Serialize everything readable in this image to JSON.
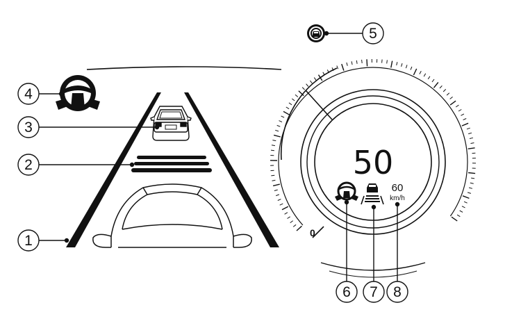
{
  "callouts": [
    {
      "num": "1"
    },
    {
      "num": "2"
    },
    {
      "num": "3"
    },
    {
      "num": "4"
    },
    {
      "num": "5"
    },
    {
      "num": "6"
    },
    {
      "num": "7"
    },
    {
      "num": "8"
    }
  ],
  "speedometer": {
    "current_speed": "50",
    "scale_start": "0",
    "set_speed": "60",
    "set_speed_unit": "km/h"
  },
  "icons": {
    "steering": "steering-wheel-icon",
    "adaptive_cruise": "radar-cruise-icon",
    "lane_assist": "lane-assist-icon",
    "lead_vehicle": "lead-vehicle-icon"
  }
}
